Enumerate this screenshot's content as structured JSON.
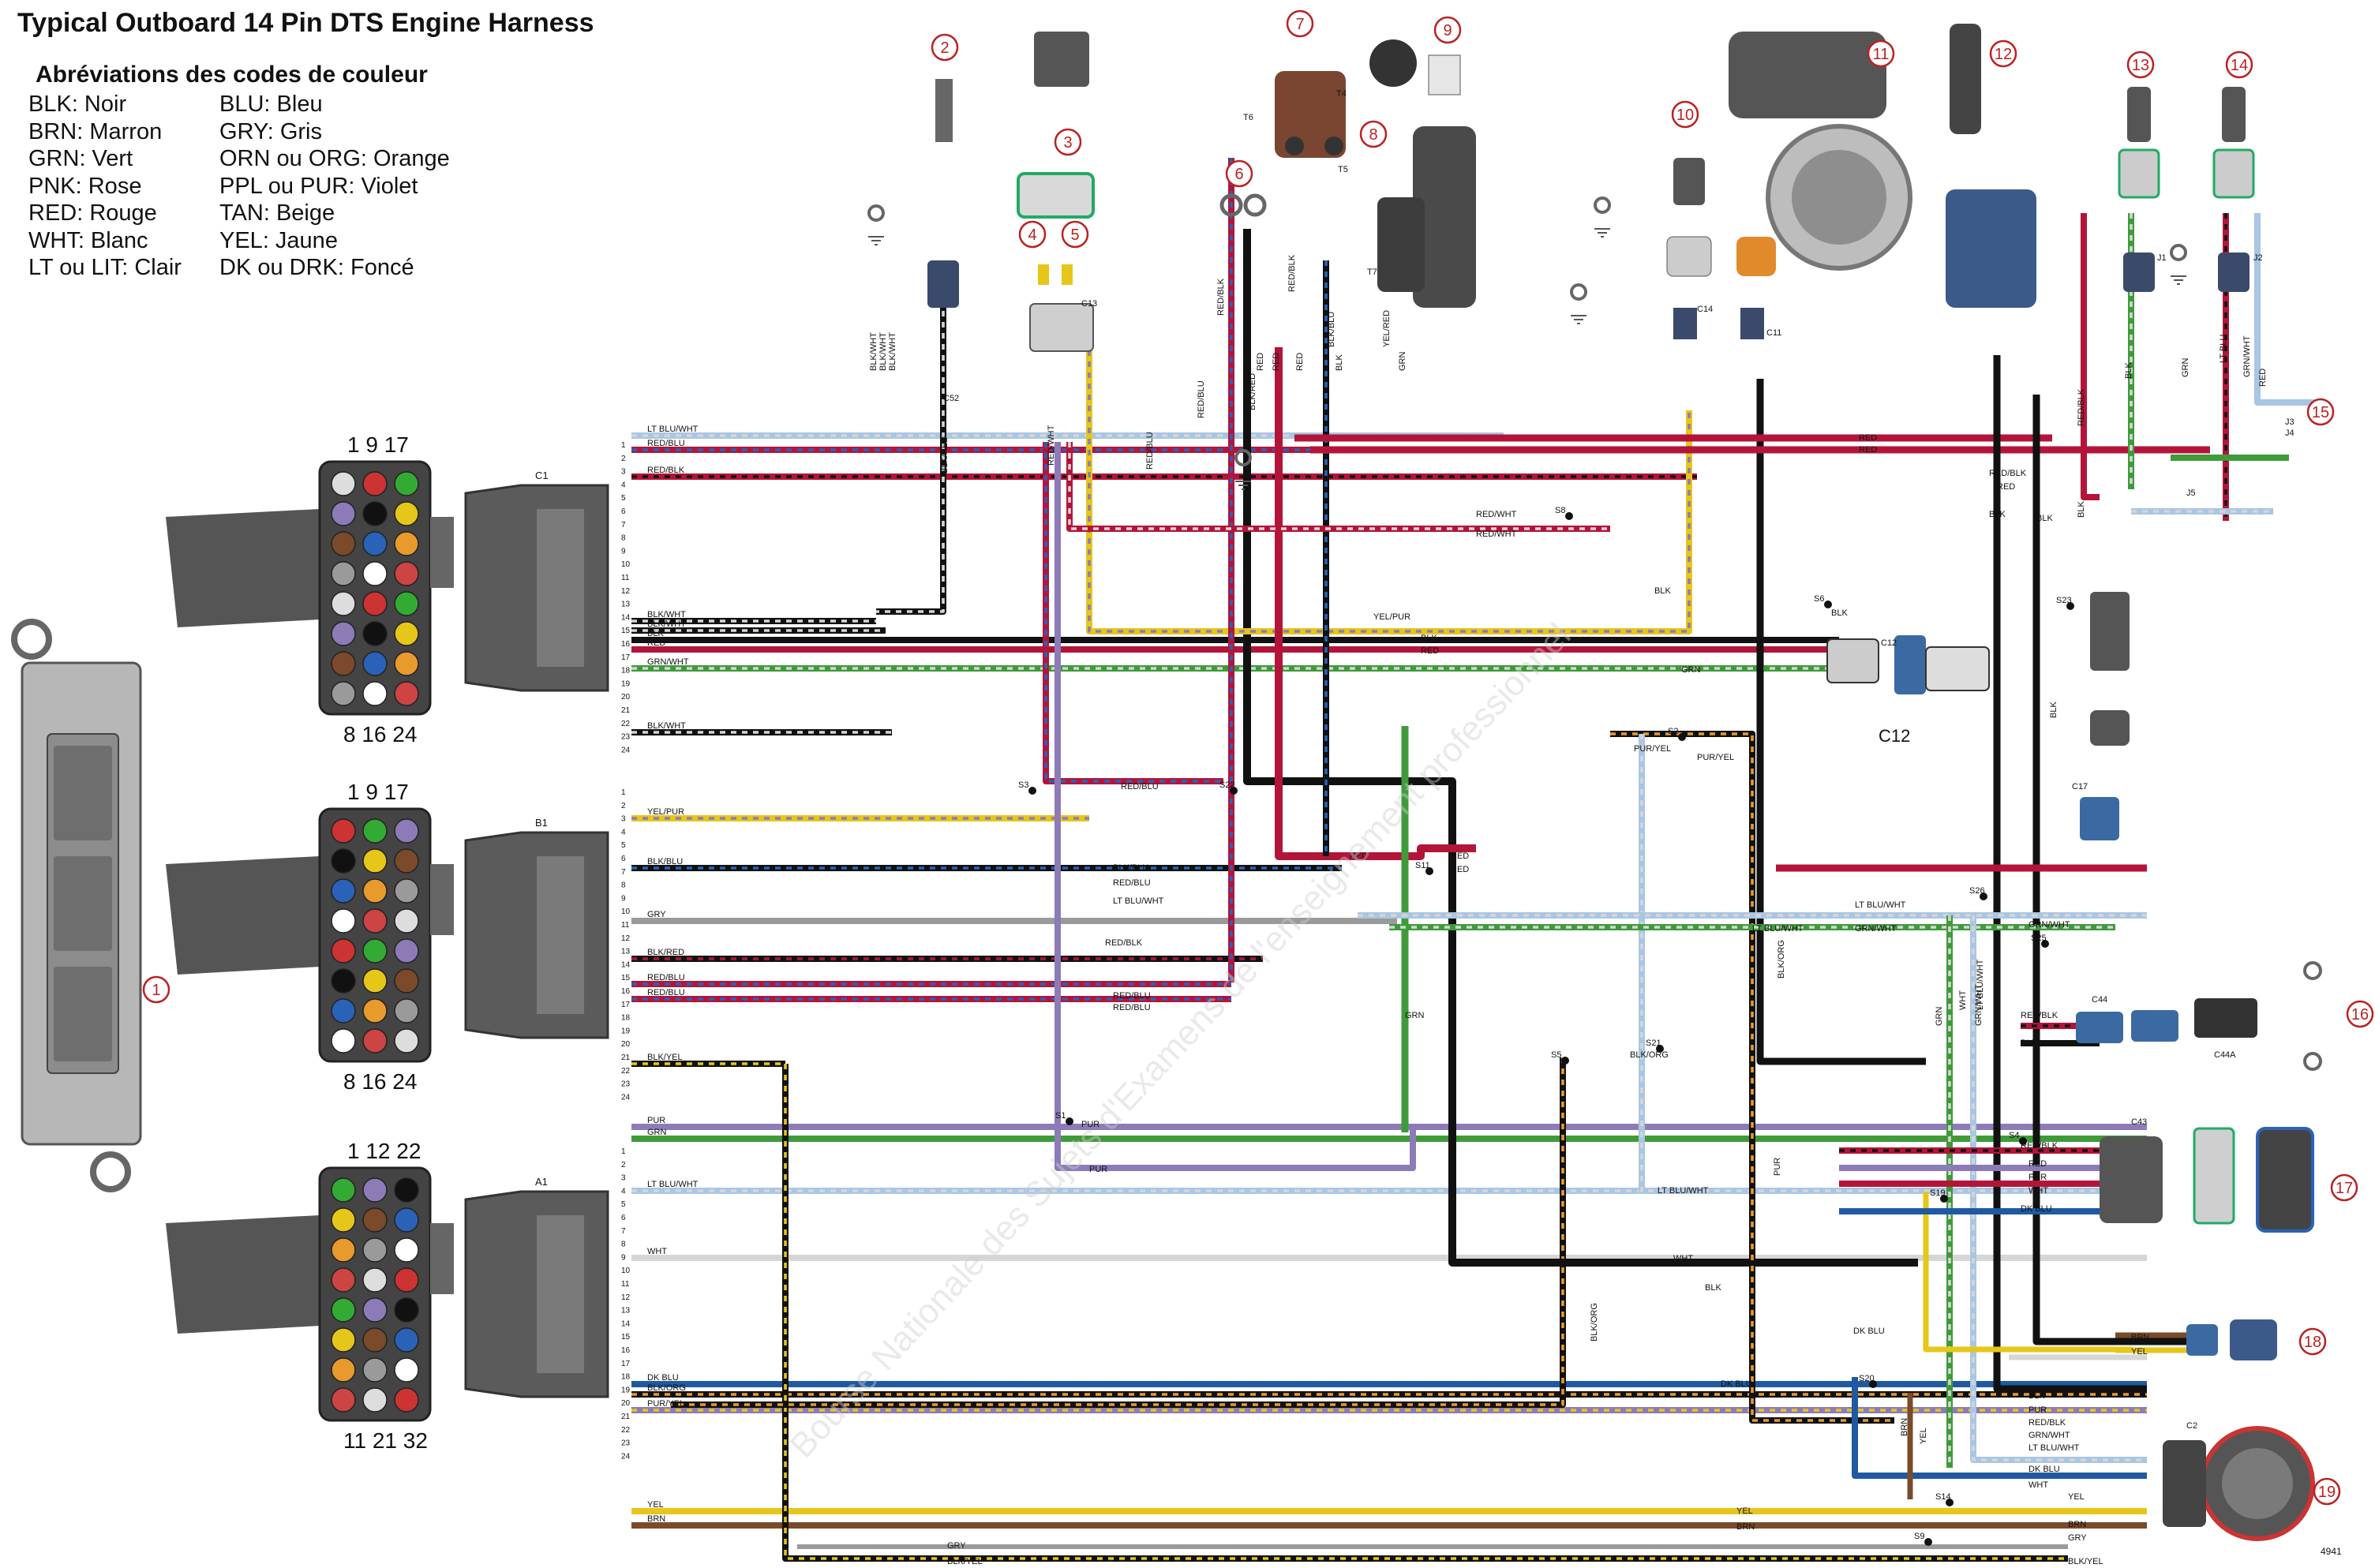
{
  "title": "Typical Outboard 14 Pin DTS Engine Harness",
  "abbreviations": {
    "heading": "Abréviations des codes de couleur",
    "left": [
      "BLK: Noir",
      "BRN: Marron",
      "GRN: Vert",
      "PNK: Rose",
      "RED: Rouge",
      "WHT: Blanc",
      "LT ou LIT: Clair"
    ],
    "right": [
      "BLU: Bleu",
      "GRY: Gris",
      "ORN ou ORG: Orange",
      "PPL ou PUR: Violet",
      "TAN: Beige",
      "YEL: Jaune",
      "DK ou DRK: Foncé"
    ]
  },
  "colors": {
    "BLK": "#111111",
    "RED": "#b3153a",
    "GRN": "#3f9b3a",
    "WHT": "#d6d6d6",
    "PUR": "#8d7bb8",
    "YEL": "#e6c619",
    "BLU": "#2a62b8",
    "LTBLU": "#a9c6e3",
    "DKBLU": "#1f5aa0",
    "BRN": "#7b4a2a",
    "ORG": "#e89a2c",
    "GRY": "#9a9a9a",
    "PNK": "#e58aa5",
    "TAN": "#cbb28b"
  },
  "callouts": [
    "1",
    "2",
    "3",
    "4",
    "5",
    "6",
    "7",
    "8",
    "9",
    "10",
    "11",
    "12",
    "13",
    "14",
    "15",
    "16",
    "17",
    "18",
    "19"
  ],
  "connector_faces": [
    {
      "top": "1  9  17",
      "bottom": "8  16  24"
    },
    {
      "top": "1  9  17",
      "bottom": "8  16  24"
    },
    {
      "top": "1  12  22",
      "bottom": "11  21  32"
    }
  ],
  "ecm_connectors": [
    "C1",
    "B1",
    "A1"
  ],
  "connector_labels": [
    "C52",
    "C13",
    "C14",
    "C11",
    "C12",
    "C17",
    "C44",
    "C44A",
    "C43",
    "C2",
    "T4",
    "T5",
    "T6",
    "T7",
    "J1",
    "J2",
    "J3",
    "J4",
    "J5"
  ],
  "center_label": "C12",
  "splices": [
    "S1",
    "S2",
    "S3",
    "S4",
    "S5",
    "S6",
    "S8",
    "S9",
    "S11",
    "S14",
    "S19",
    "S20",
    "S21",
    "S22",
    "S23",
    "S25",
    "S26"
  ],
  "page_number": "4941",
  "watermark": "Bourse Nationale des Sujets d'Examens de l'enseignement professionnel",
  "c1_wires": [
    {
      "pin": "1",
      "label": "LT BLU/WHT",
      "c1": "LTBLU",
      "c2": "WHT"
    },
    {
      "pin": "2",
      "label": "RED/BLU",
      "c1": "RED",
      "c2": "BLU"
    },
    {
      "pin": "4",
      "label": "RED/BLK",
      "c1": "RED",
      "c2": "BLK"
    },
    {
      "pin": "15",
      "label": "BLK/WHT",
      "c1": "BLK",
      "c2": "WHT"
    },
    {
      "pin": "16",
      "label": "BLK/WHT",
      "c1": "BLK",
      "c2": "WHT"
    },
    {
      "pin": "17",
      "label": "BLK",
      "c1": "BLK"
    },
    {
      "pin": "18",
      "label": "RED",
      "c1": "RED"
    },
    {
      "pin": "19",
      "label": "GRN/WHT",
      "c1": "GRN",
      "c2": "WHT"
    },
    {
      "pin": "24",
      "label": "BLK/WHT",
      "c1": "BLK",
      "c2": "WHT"
    }
  ],
  "b1_wires": [
    {
      "pin": "4",
      "label": "YEL/PUR",
      "c1": "YEL",
      "c2": "PUR"
    },
    {
      "pin": "7",
      "label": "BLK/BLU",
      "c1": "BLK",
      "c2": "BLU"
    },
    {
      "pin": "12",
      "label": "GRY",
      "c1": "GRY"
    },
    {
      "pin": "16",
      "label": "BLK/RED",
      "c1": "BLK",
      "c2": "RED"
    },
    {
      "pin": "17",
      "label": "RED/BLU",
      "c1": "RED",
      "c2": "BLU"
    },
    {
      "pin": "18",
      "label": "RED/BLU",
      "c1": "RED",
      "c2": "BLU"
    },
    {
      "pin": "23",
      "label": "BLK/YEL",
      "c1": "BLK",
      "c2": "YEL"
    }
  ],
  "a1_wires": [
    {
      "pin": "1",
      "label": "PUR",
      "c1": "PUR"
    },
    {
      "pin": "2",
      "label": "GRN",
      "c1": "GRN"
    },
    {
      "pin": "6",
      "label": "LT BLU/WHT",
      "c1": "LTBLU",
      "c2": "WHT"
    },
    {
      "pin": "12",
      "label": "WHT",
      "c1": "WHT"
    },
    {
      "pin": "21",
      "label": "DK BLU",
      "c1": "DKBLU"
    },
    {
      "pin": "22",
      "label": "BLK/ORG",
      "c1": "BLK",
      "c2": "ORG"
    },
    {
      "pin": "23",
      "label": "PUR/YEL",
      "c1": "PUR",
      "c2": "YEL"
    },
    {
      "pin": "31",
      "label": "YEL",
      "c1": "YEL"
    },
    {
      "pin": "32",
      "label": "BRN",
      "c1": "BRN"
    }
  ],
  "wire_labels": [
    {
      "text": "RED",
      "c": "RED"
    },
    {
      "text": "RED",
      "c": "RED"
    },
    {
      "text": "RED/BLK",
      "c": "RED"
    },
    {
      "text": "RED/WHT",
      "c": "RED"
    },
    {
      "text": "RED/WHT",
      "c": "RED"
    },
    {
      "text": "BLK",
      "c": "BLK"
    },
    {
      "text": "BLK",
      "c": "BLK"
    },
    {
      "text": "YEL/PUR",
      "c": "YEL"
    },
    {
      "text": "BLK",
      "c": "BLK"
    },
    {
      "text": "RED",
      "c": "RED"
    },
    {
      "text": "GRN",
      "c": "GRN"
    },
    {
      "text": "PUR/YEL",
      "c": "PUR"
    },
    {
      "text": "PUR/YEL",
      "c": "PUR"
    },
    {
      "text": "RED/BLU",
      "c": "RED"
    },
    {
      "text": "BLK/BLU",
      "c": "BLK"
    },
    {
      "text": "RED/BLU",
      "c": "RED"
    },
    {
      "text": "LT BLU/WHT",
      "c": "LTBLU"
    },
    {
      "text": "LT BLU/WHT",
      "c": "LTBLU"
    },
    {
      "text": "GRN/WHT",
      "c": "GRN"
    },
    {
      "text": "GRN/WHT",
      "c": "GRN"
    },
    {
      "text": "RED/BLK",
      "c": "RED"
    },
    {
      "text": "RED/BLU",
      "c": "RED"
    },
    {
      "text": "RED/BLU",
      "c": "RED"
    },
    {
      "text": "RED",
      "c": "RED"
    },
    {
      "text": "RED",
      "c": "RED"
    },
    {
      "text": "RED",
      "c": "RED"
    },
    {
      "text": "BLK/ORG",
      "c": "BLK"
    },
    {
      "text": "RED/BLK",
      "c": "RED"
    },
    {
      "text": "BLK",
      "c": "BLK"
    },
    {
      "text": "PUR",
      "c": "PUR"
    },
    {
      "text": "PUR",
      "c": "PUR"
    },
    {
      "text": "LT BLU/WHT",
      "c": "LTBLU"
    },
    {
      "text": "WHT",
      "c": "WHT"
    },
    {
      "text": "RED/BLK",
      "c": "RED"
    },
    {
      "text": "RED",
      "c": "RED"
    },
    {
      "text": "PUR",
      "c": "PUR"
    },
    {
      "text": "WHT",
      "c": "WHT"
    },
    {
      "text": "DK BLU",
      "c": "DKBLU"
    },
    {
      "text": "BLK",
      "c": "BLK"
    },
    {
      "text": "DK BLU",
      "c": "DKBLU"
    },
    {
      "text": "BRN",
      "c": "BRN"
    },
    {
      "text": "YEL",
      "c": "YEL"
    },
    {
      "text": "BLK",
      "c": "BLK"
    },
    {
      "text": "PUR",
      "c": "PUR"
    },
    {
      "text": "RED/BLK",
      "c": "RED"
    },
    {
      "text": "GRN/WHT",
      "c": "GRN"
    },
    {
      "text": "LT BLU/WHT",
      "c": "LTBLU"
    },
    {
      "text": "DK BLU",
      "c": "DKBLU"
    },
    {
      "text": "WHT",
      "c": "WHT"
    },
    {
      "text": "YEL",
      "c": "YEL"
    },
    {
      "text": "BRN",
      "c": "BRN"
    },
    {
      "text": "GRY",
      "c": "GRY"
    },
    {
      "text": "BLK/YEL",
      "c": "BLK"
    },
    {
      "text": "YEL",
      "c": "YEL"
    },
    {
      "text": "BRN",
      "c": "BRN"
    },
    {
      "text": "GRY",
      "c": "GRY"
    },
    {
      "text": "BLK/YEL",
      "c": "BLK"
    },
    {
      "text": "GRN",
      "c": "GRN"
    },
    {
      "text": "RED",
      "c": "RED"
    },
    {
      "text": "RED/BLK",
      "c": "RED"
    },
    {
      "text": "BLK/RED",
      "c": "BLK"
    },
    {
      "text": "RED/BLU",
      "c": "RED"
    },
    {
      "text": "RED/WHT",
      "c": "RED"
    },
    {
      "text": "RED",
      "c": "RED"
    },
    {
      "text": "RED",
      "c": "RED"
    },
    {
      "text": "BLK",
      "c": "BLK"
    },
    {
      "text": "BLK/BLU",
      "c": "BLK"
    },
    {
      "text": "YEL/RED",
      "c": "YEL"
    },
    {
      "text": "GRN",
      "c": "GRN"
    },
    {
      "text": "LT BLU/WHT",
      "c": "LTBLU"
    },
    {
      "text": "BLK/ORG",
      "c": "BLK"
    },
    {
      "text": "BLK/ORG",
      "c": "BLK"
    },
    {
      "text": "PUR",
      "c": "PUR"
    },
    {
      "text": "GRN",
      "c": "GRN"
    },
    {
      "text": "RED",
      "c": "RED"
    },
    {
      "text": "BLK",
      "c": "BLK"
    },
    {
      "text": "BLK",
      "c": "BLK"
    },
    {
      "text": "BLK",
      "c": "BLK"
    },
    {
      "text": "RED/BLK",
      "c": "RED"
    },
    {
      "text": "BLK",
      "c": "BLK"
    },
    {
      "text": "GRN",
      "c": "GRN"
    },
    {
      "text": "GRN/WHT",
      "c": "GRN"
    },
    {
      "text": "RED",
      "c": "RED"
    },
    {
      "text": "LT BLU",
      "c": "LTBLU"
    },
    {
      "text": "WHT",
      "c": "WHT"
    },
    {
      "text": "LT BLU/WHT",
      "c": "LTBLU"
    },
    {
      "text": "GRN/WHT",
      "c": "GRN"
    },
    {
      "text": "DK BLU",
      "c": "DKBLU"
    },
    {
      "text": "BRN",
      "c": "BRN"
    },
    {
      "text": "YEL",
      "c": "YEL"
    },
    {
      "text": "BLK",
      "c": "BLK"
    },
    {
      "text": "BLK/RED",
      "c": "BLK"
    },
    {
      "text": "RED/BLU",
      "c": "RED"
    },
    {
      "text": "RED/BLK",
      "c": "RED"
    },
    {
      "text": "BLK/WHT",
      "c": "BLK"
    },
    {
      "text": "BLK/WHT",
      "c": "BLK"
    },
    {
      "text": "BLK/WHT",
      "c": "BLK"
    }
  ]
}
